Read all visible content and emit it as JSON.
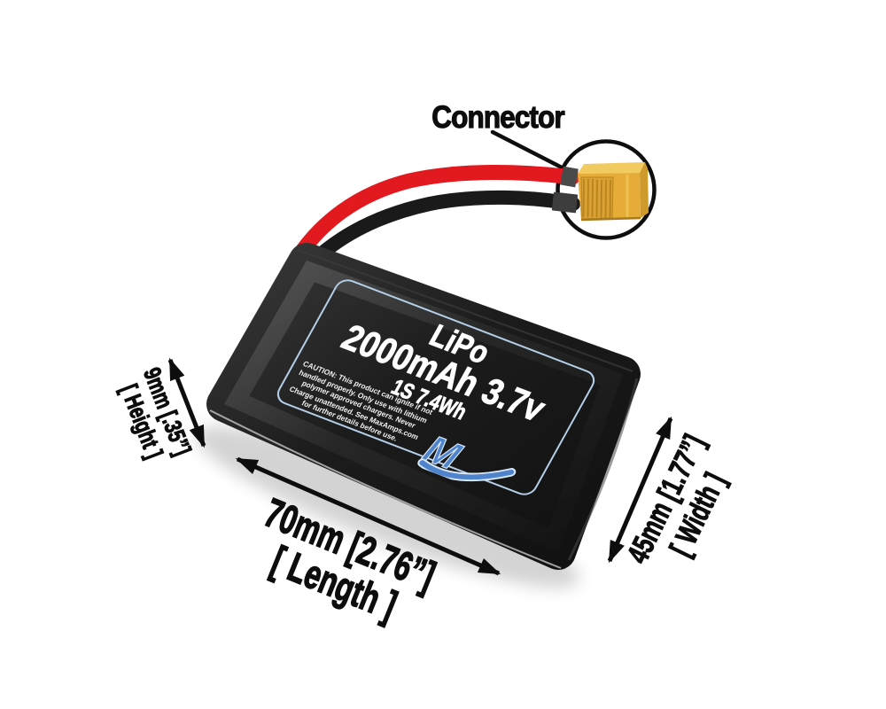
{
  "figure": {
    "type": "battery-product-photo-with-dimension-callouts",
    "background": "#ffffff"
  },
  "connector_callout": {
    "label": "Connector"
  },
  "dimensions": {
    "height": {
      "value": "9mm [.35”]",
      "name": "[ Height ]"
    },
    "length": {
      "value": "70mm [2.76”]",
      "name": "[ Length ]"
    },
    "width": {
      "value": "45mm [1.77”]",
      "name": "[ Width ]"
    }
  },
  "battery_label": {
    "chemistry": "LiPo",
    "capacity": "2000mAh 3.7v",
    "cells": "1S 7.4Wh",
    "caution": "CAUTION: This product can ignite if not handled properly. Only use with lithium polymer approved chargers. Never Charge unattended. See MaxAmps.com for further details before use.",
    "logo_text": "M"
  },
  "colors": {
    "background": "#ffffff",
    "annotation_black": "#0d0d0d",
    "battery_black": "#101010",
    "label_border_blue": "#b5cfe9",
    "label_text_white": "#ffffff",
    "logo_blue": "#4f83cc",
    "wire_red": "#e2191f",
    "wire_black": "#1a1a1a",
    "heat_shrink_gray": "#424242",
    "connector_yellow_front": "#e5ac38",
    "connector_yellow_top": "#f2cb60",
    "connector_yellow_dark": "#cf9a2c"
  }
}
